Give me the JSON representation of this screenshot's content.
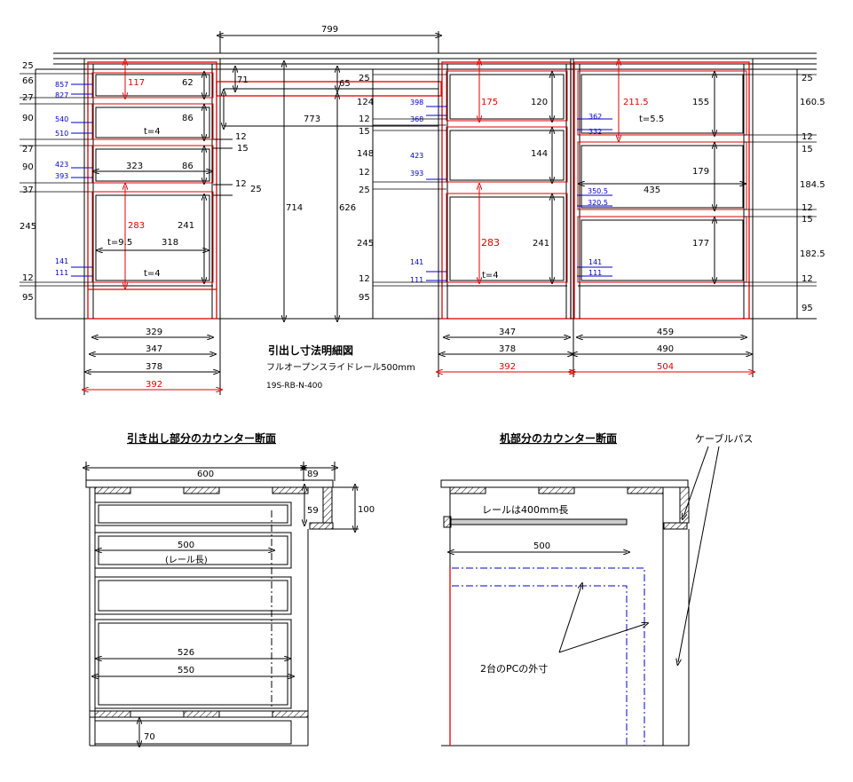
{
  "labels": {
    "elevation_title": "引出し寸法明細図",
    "rail_note": "フルオープンスライドレール500mm",
    "model_code": "19S-RB-N-400",
    "section_drawer_title": "引き出し部分のカウンター断面",
    "section_desk_title": "机部分のカウンター断面",
    "cable_path": "ケーブルパス",
    "rail_400": "レールは400mm長",
    "rail_length_note": "(レール長)",
    "pc_outline": "2台のPCの外寸"
  },
  "dims": {
    "top_799": "799",
    "h773": "773",
    "h714": "714",
    "h626": "626",
    "d71": "71",
    "d65": "65",
    "left_rows": [
      "25",
      "66",
      "27",
      "90",
      "27",
      "90",
      "37",
      "245",
      "12",
      "95"
    ],
    "mid_rows": [
      "25",
      "124",
      "12",
      "15",
      "148",
      "12",
      "25",
      "245",
      "12",
      "95"
    ],
    "right_rows": [
      "25",
      "160.5",
      "12",
      "15",
      "184.5",
      "12",
      "15",
      "182.5",
      "12",
      "95"
    ],
    "left_inner": [
      "117",
      "62",
      "86",
      "t=4",
      "323",
      "86",
      "283",
      "241",
      "t=9.5",
      "318",
      "t=4"
    ],
    "left_blue": [
      "857",
      "827",
      "540",
      "510",
      "423",
      "393",
      "141",
      "111"
    ],
    "left_misc": [
      "12",
      "15",
      "12",
      "25"
    ],
    "mid_inner": [
      "175",
      "120",
      "144",
      "283",
      "241",
      "t=4"
    ],
    "mid_blue": [
      "398",
      "368",
      "423",
      "393",
      "141",
      "111"
    ],
    "right_inner": [
      "211.5",
      "155",
      "t=5.5",
      "179",
      "435",
      "177"
    ],
    "right_blue": [
      "362",
      "332",
      "350.5",
      "320.5",
      "141",
      "111"
    ],
    "left_bottom": [
      "329",
      "347",
      "378",
      "392"
    ],
    "mid_bottom": [
      "347",
      "378",
      "392"
    ],
    "right_bottom": [
      "459",
      "490",
      "504"
    ],
    "sec_600": "600",
    "sec_89": "89",
    "sec_59": "59",
    "sec_100": "100",
    "sec_500": "500",
    "sec_526": "526",
    "sec_550": "550",
    "sec_70": "70",
    "desk_500": "500"
  },
  "colors": {
    "red": "#e00000",
    "blue": "#0000cc",
    "black": "#000000"
  }
}
